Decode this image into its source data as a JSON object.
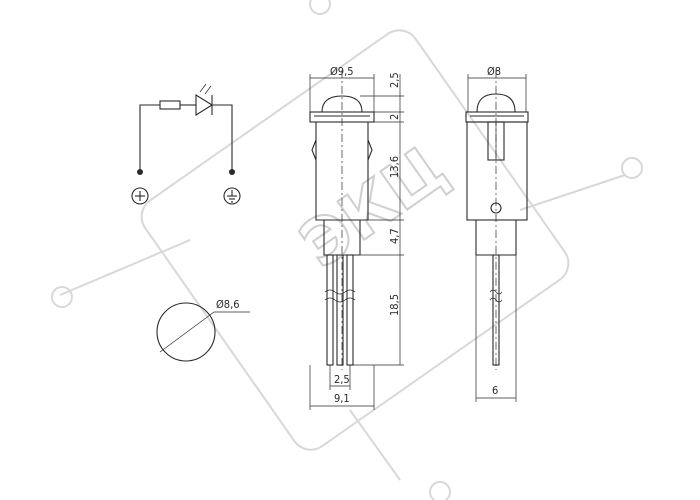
{
  "watermark": {
    "text": "ЭКЦ"
  },
  "schematic": {
    "plus_symbol": "⊕",
    "ground_symbol": "⏚"
  },
  "panel_hole": {
    "diameter_label": "Ø8,6"
  },
  "side_view": {
    "top_diameter_label": "Ø9,5",
    "dim_cap_height": "2,5",
    "dim_flange": "2",
    "dim_body": "13,6",
    "dim_neck": "4,7",
    "dim_leads": "18,5",
    "dim_lead_pitch": "2,5",
    "dim_total_width": "9,1"
  },
  "front_view": {
    "top_diameter_label": "Ø8",
    "dim_bottom_width": "6"
  }
}
